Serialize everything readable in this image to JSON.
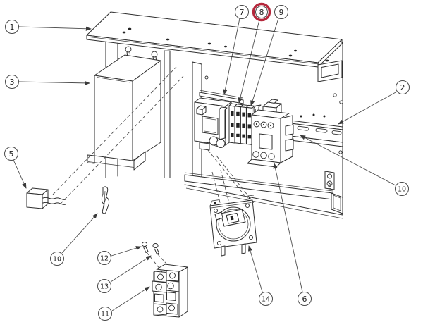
{
  "diagram": {
    "type": "exploded-assembly-drawing",
    "callouts": {
      "c1": {
        "label": "1"
      },
      "c2": {
        "label": "2"
      },
      "c3": {
        "label": "3"
      },
      "c5": {
        "label": "5"
      },
      "c6": {
        "label": "6"
      },
      "c7": {
        "label": "7"
      },
      "c8": {
        "label": "8",
        "highlighted": true
      },
      "c9": {
        "label": "9"
      },
      "c10a": {
        "label": "10"
      },
      "c10b": {
        "label": "10"
      },
      "c11": {
        "label": "11"
      },
      "c12": {
        "label": "12"
      },
      "c13": {
        "label": "13"
      },
      "c14": {
        "label": "14"
      }
    },
    "colors": {
      "line": "#2e2e2e",
      "leader": "#4d4d4d",
      "balloon_stroke": "#4a4a4a",
      "highlight_ring": "#b5283c",
      "background": "#ffffff"
    }
  }
}
